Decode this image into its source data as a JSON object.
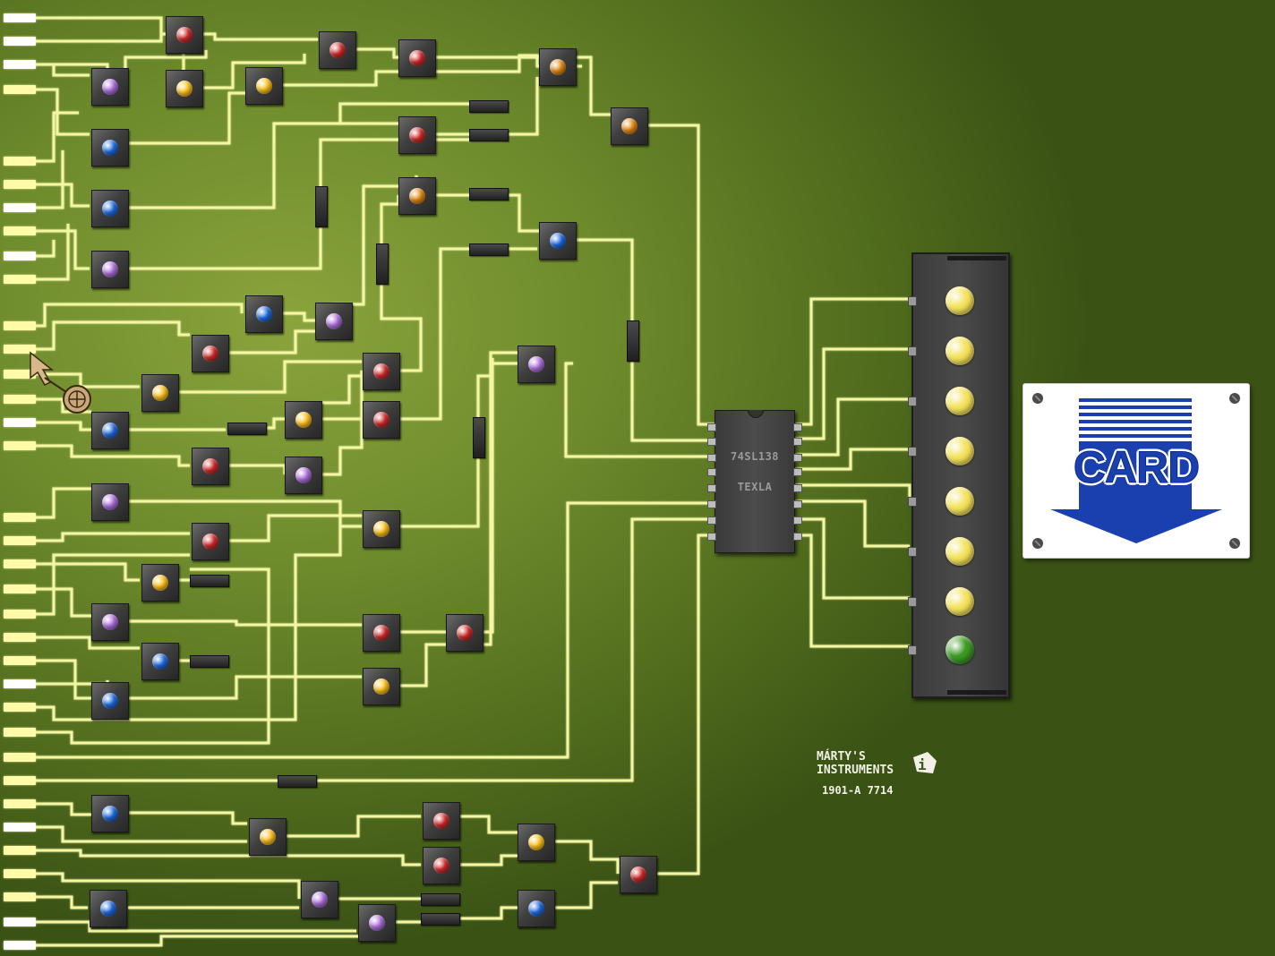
{
  "game": {
    "chip": {
      "part_number": "74SL138",
      "brand": "TEXLA"
    },
    "card_slot": {
      "label": "CARD"
    },
    "maker": {
      "line1": "MÁRTY'S",
      "line2": "INSTRUMENTS",
      "serial": "1901-A  7714",
      "logo_icon": "mi-logo-icon"
    },
    "cursor_icon": "arrow-cursor-with-wire-icon"
  },
  "colors": {
    "red": "#d22a2a",
    "orange": "#e58a14",
    "yellow": "#ffc21a",
    "blue": "#1f6be0",
    "purple": "#b070e0",
    "bulb_yellow": "#f4e25a",
    "bulb_green": "#3c9a22",
    "card_blue": "#1a3fae",
    "trace": "#f4f7a0"
  },
  "inputs": [
    {
      "state": "lit"
    },
    {
      "state": "lit"
    },
    {
      "state": "lit"
    },
    {
      "state": "dim"
    },
    {
      "state": "dim"
    },
    {
      "state": "dim"
    },
    {
      "state": "lit"
    },
    {
      "state": "dim"
    },
    {
      "state": "lit"
    },
    {
      "state": "dim"
    },
    {
      "state": "dim"
    },
    {
      "state": "dim"
    },
    {
      "state": "dim"
    },
    {
      "state": "dim"
    },
    {
      "state": "lit"
    },
    {
      "state": "dim"
    },
    {
      "state": "dim"
    },
    {
      "state": "dim"
    },
    {
      "state": "dim"
    },
    {
      "state": "dim"
    },
    {
      "state": "dim"
    },
    {
      "state": "dim"
    },
    {
      "state": "dim"
    },
    {
      "state": "lit"
    },
    {
      "state": "dim"
    },
    {
      "state": "dim"
    },
    {
      "state": "dim"
    },
    {
      "state": "dim"
    },
    {
      "state": "dim"
    },
    {
      "state": "lit"
    },
    {
      "state": "dim"
    },
    {
      "state": "dim"
    },
    {
      "state": "dim"
    },
    {
      "state": "lit"
    },
    {
      "state": "lit"
    },
    {
      "state": "dim"
    },
    {
      "state": "dim"
    },
    {
      "state": "lit"
    },
    {
      "state": "dim"
    },
    {
      "state": "lit"
    }
  ],
  "gates": [
    {
      "id": "g1",
      "color": "red"
    },
    {
      "id": "g2",
      "color": "red"
    },
    {
      "id": "g3",
      "color": "red"
    },
    {
      "id": "g4",
      "color": "orange"
    },
    {
      "id": "g5",
      "color": "purple"
    },
    {
      "id": "g6",
      "color": "yellow"
    },
    {
      "id": "g7",
      "color": "yellow"
    },
    {
      "id": "g8",
      "color": "blue"
    },
    {
      "id": "g9",
      "color": "red"
    },
    {
      "id": "g10",
      "color": "orange"
    },
    {
      "id": "g11",
      "color": "blue"
    },
    {
      "id": "g12",
      "color": "orange"
    },
    {
      "id": "g13",
      "color": "blue"
    },
    {
      "id": "g14",
      "color": "purple"
    },
    {
      "id": "g15",
      "color": "blue"
    },
    {
      "id": "g16",
      "color": "purple"
    },
    {
      "id": "g17",
      "color": "red"
    },
    {
      "id": "g18",
      "color": "purple"
    },
    {
      "id": "g19",
      "color": "red"
    },
    {
      "id": "g20",
      "color": "yellow"
    },
    {
      "id": "g21",
      "color": "yellow"
    },
    {
      "id": "g22",
      "color": "red"
    },
    {
      "id": "g23",
      "color": "blue"
    },
    {
      "id": "g24",
      "color": "red"
    },
    {
      "id": "g25",
      "color": "purple"
    },
    {
      "id": "g26",
      "color": "purple"
    },
    {
      "id": "g27",
      "color": "yellow"
    },
    {
      "id": "g28",
      "color": "red"
    },
    {
      "id": "g29",
      "color": "yellow"
    },
    {
      "id": "g30",
      "color": "purple"
    },
    {
      "id": "g31",
      "color": "red"
    },
    {
      "id": "g32",
      "color": "red"
    },
    {
      "id": "g33",
      "color": "blue"
    },
    {
      "id": "g34",
      "color": "yellow"
    },
    {
      "id": "g35",
      "color": "blue"
    },
    {
      "id": "g36",
      "color": "blue"
    },
    {
      "id": "g37",
      "color": "yellow"
    },
    {
      "id": "g38",
      "color": "red"
    },
    {
      "id": "g39",
      "color": "yellow"
    },
    {
      "id": "g40",
      "color": "red"
    },
    {
      "id": "g41",
      "color": "red"
    },
    {
      "id": "g42",
      "color": "blue"
    },
    {
      "id": "g43",
      "color": "purple"
    },
    {
      "id": "g44",
      "color": "purple"
    },
    {
      "id": "g45",
      "color": "blue"
    }
  ],
  "output_bulbs": [
    {
      "state": "yellow"
    },
    {
      "state": "yellow"
    },
    {
      "state": "yellow"
    },
    {
      "state": "yellow"
    },
    {
      "state": "yellow"
    },
    {
      "state": "yellow"
    },
    {
      "state": "yellow"
    },
    {
      "state": "green"
    }
  ]
}
